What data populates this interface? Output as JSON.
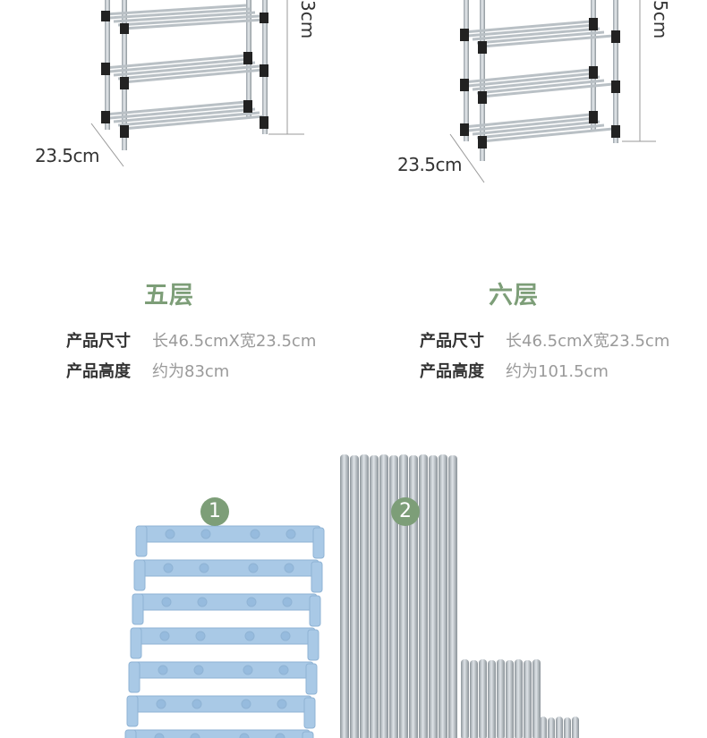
{
  "top": {
    "left_depth_label": "23.5cm",
    "left_height_label_partial": "3cm",
    "right_depth_label": "23.5cm",
    "right_height_label_partial": "5cm"
  },
  "products": [
    {
      "title": "五层",
      "size_key": "产品尺寸",
      "size_value": "长46.5cmX宽23.5cm",
      "height_key": "产品高度",
      "height_value": "约为83cm"
    },
    {
      "title": "六层",
      "size_key": "产品尺寸",
      "size_value": "长46.5cmX宽23.5cm",
      "height_key": "产品高度",
      "height_value": "约为101.5cm"
    }
  ],
  "parts": [
    {
      "number": "1",
      "name": "blue-plastic-connector-frames",
      "color": "#a9c9e6"
    },
    {
      "number": "2",
      "name": "steel-tubes",
      "color": "#b7bcc0"
    }
  ],
  "colors": {
    "accent": "#7d9e78",
    "text": "#333333",
    "muted": "#9a9a9a"
  }
}
